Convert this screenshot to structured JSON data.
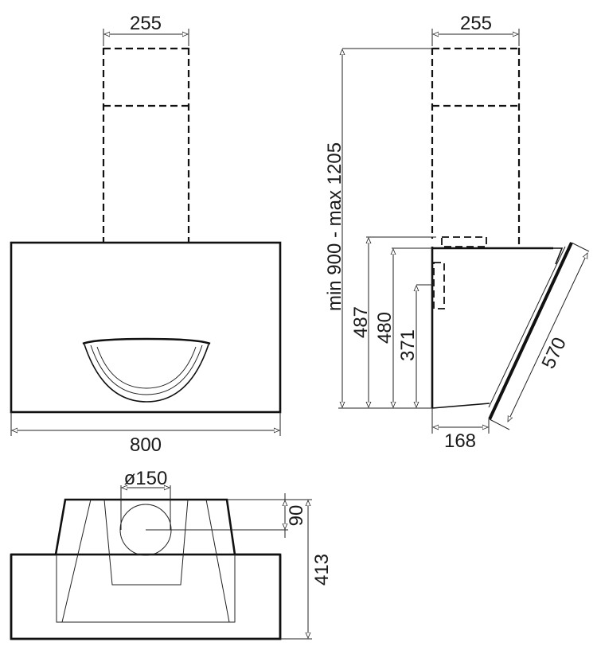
{
  "front_view": {
    "chimney_width": "255",
    "total_width": "800"
  },
  "side_view": {
    "chimney_width": "255",
    "height_range": "min 900 - max 1205",
    "height_487": "487",
    "height_480": "480",
    "height_371": "371",
    "depth_168": "168",
    "panel_length": "570"
  },
  "bottom_view": {
    "duct_diameter": "ø150",
    "duct_offset": "90",
    "total_depth": "413"
  },
  "colors": {
    "line": "#111111",
    "background": "#ffffff"
  }
}
